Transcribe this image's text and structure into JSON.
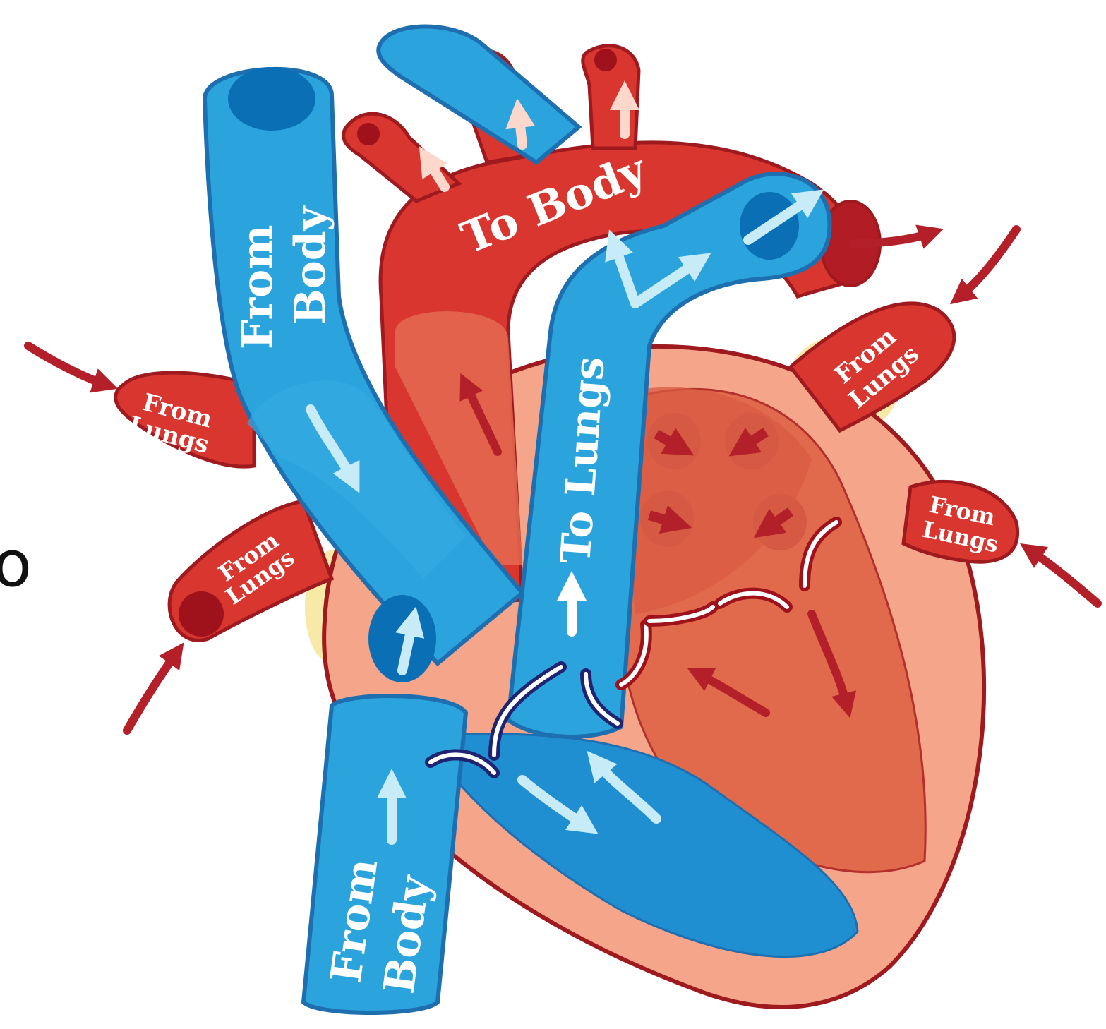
{
  "labels": {
    "svc_top": [
      "From",
      "Body"
    ],
    "svc_bottom": [
      "From",
      "Body"
    ],
    "aorta": "To Body",
    "pulmonary_artery": "To Lungs",
    "pv_left_upper": [
      "From",
      "Lungs"
    ],
    "pv_left_lower": [
      "From",
      "Lungs"
    ],
    "pv_right_upper": [
      "From",
      "Lungs"
    ],
    "pv_right_lower": [
      "From",
      "Lungs"
    ]
  },
  "edge_glyph": "o",
  "colors": {
    "blue": "#2ba3dc",
    "blue_dark": "#0a6fb4",
    "blue_outline": "#1e6fb0",
    "red": "#d8362f",
    "red_dark": "#a0121b",
    "red_outline": "#9e1a1e",
    "salmon": "#f4a58a",
    "salmon_mid": "#e8775a",
    "arrow_light_blue": "#c7ecf8",
    "arrow_light_red": "#fbd7cc",
    "valve_navy": "#1f2472"
  }
}
